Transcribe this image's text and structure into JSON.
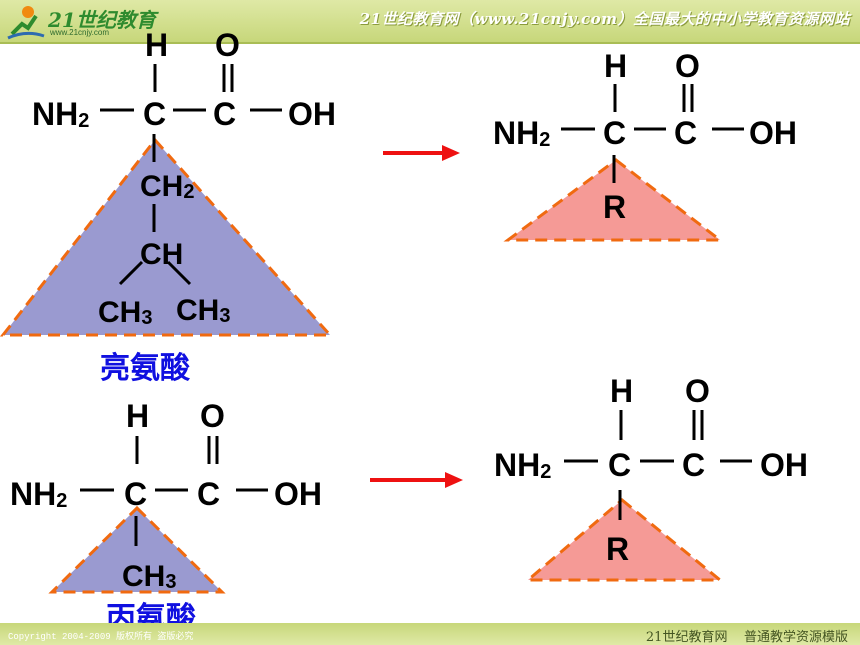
{
  "header": {
    "logo_text": "21世纪教育",
    "logo_url": "www.21cnjy.com",
    "site_title": "21世纪教育网（www.21cnjy.com）全国最大的中小学教育资源网站"
  },
  "footer": {
    "copyright": "Copyright 2004-2009 版权所有 盗版必究",
    "brand": "21世纪教育网",
    "template": "普通教学资源模版"
  },
  "colors": {
    "blue_triangle": "#9a9ad0",
    "red_triangle": "#f59a96",
    "triangle_border": "#f06a10",
    "arrow": "#ee1111",
    "name_text": "#1010e0"
  },
  "leucine": {
    "H": "H",
    "O": "O",
    "NH": "NH",
    "sub2": "2",
    "C1": "C",
    "C2": "C",
    "OH": "OH",
    "CH2_base": "CH",
    "CH2_sub": "2",
    "CH": "CH",
    "CH3a_base": "CH",
    "CH3a_sub": "3",
    "CH3b_base": "CH",
    "CH3b_sub": "3",
    "name": "亮氨酸"
  },
  "alanine": {
    "H": "H",
    "O": "O",
    "NH": "NH",
    "sub2": "2",
    "C1": "C",
    "C2": "C",
    "OH": "OH",
    "CH3_base": "CH",
    "CH3_sub": "3",
    "name": "丙氨酸"
  },
  "general_top": {
    "H": "H",
    "O": "O",
    "NH": "NH",
    "sub2": "2",
    "C1": "C",
    "C2": "C",
    "OH": "OH",
    "R": "R"
  },
  "general_bottom": {
    "H": "H",
    "O": "O",
    "NH": "NH",
    "sub2": "2",
    "C1": "C",
    "C2": "C",
    "OH": "OH",
    "R": "R"
  }
}
